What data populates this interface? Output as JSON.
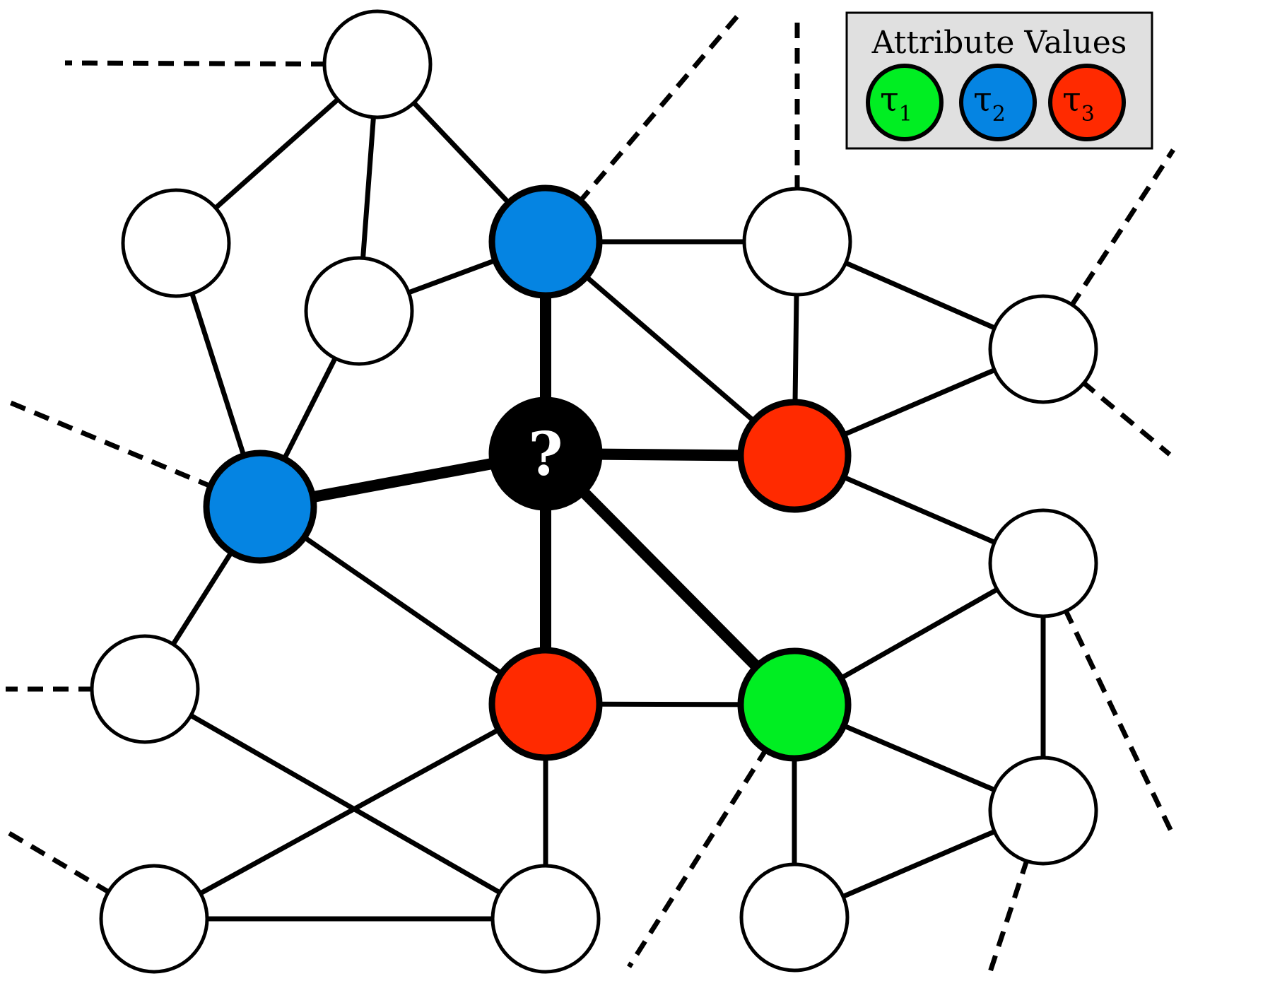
{
  "colors": {
    "green": "#00EE22",
    "blue": "#0584E2",
    "red": "#FF2A00",
    "query": "#000000",
    "unlabeled": "#FFFFFF",
    "legend_bg": "#E0E0E0"
  },
  "query_node_label": "?",
  "legend": {
    "title": "Attribute Values",
    "items": [
      {
        "symbol": "τ",
        "subscript": "1",
        "color": "green"
      },
      {
        "symbol": "τ",
        "subscript": "2",
        "color": "blue"
      },
      {
        "symbol": "τ",
        "subscript": "3",
        "color": "red"
      }
    ]
  },
  "nodes": [
    {
      "id": "n0",
      "color": "unlabeled"
    },
    {
      "id": "n1",
      "color": "unlabeled"
    },
    {
      "id": "n2",
      "color": "unlabeled"
    },
    {
      "id": "n3",
      "color": "blue"
    },
    {
      "id": "n4",
      "color": "unlabeled"
    },
    {
      "id": "n5",
      "color": "unlabeled"
    },
    {
      "id": "n6",
      "color": "blue"
    },
    {
      "id": "q",
      "color": "query",
      "label": "?"
    },
    {
      "id": "n8",
      "color": "red"
    },
    {
      "id": "n9",
      "color": "unlabeled"
    },
    {
      "id": "n10",
      "color": "red"
    },
    {
      "id": "n11",
      "color": "green"
    },
    {
      "id": "n12",
      "color": "unlabeled"
    },
    {
      "id": "n13",
      "color": "unlabeled"
    },
    {
      "id": "n14",
      "color": "unlabeled"
    },
    {
      "id": "n15",
      "color": "unlabeled"
    },
    {
      "id": "n16",
      "color": "unlabeled"
    }
  ],
  "edges": [
    {
      "from": "n0",
      "to": "n1",
      "style": "normal"
    },
    {
      "from": "n0",
      "to": "n2",
      "style": "normal"
    },
    {
      "from": "n0",
      "to": "n3",
      "style": "normal"
    },
    {
      "from": "n1",
      "to": "n6",
      "style": "normal"
    },
    {
      "from": "n2",
      "to": "n3",
      "style": "normal"
    },
    {
      "from": "n2",
      "to": "n6",
      "style": "normal"
    },
    {
      "from": "n3",
      "to": "n4",
      "style": "normal"
    },
    {
      "from": "n3",
      "to": "n8",
      "style": "normal"
    },
    {
      "from": "n3",
      "to": "q",
      "style": "thick"
    },
    {
      "from": "n4",
      "to": "n5",
      "style": "normal"
    },
    {
      "from": "n4",
      "to": "n8",
      "style": "normal"
    },
    {
      "from": "n5",
      "to": "n8",
      "style": "normal"
    },
    {
      "from": "n6",
      "to": "q",
      "style": "thick"
    },
    {
      "from": "n6",
      "to": "n10",
      "style": "normal"
    },
    {
      "from": "n6",
      "to": "n9",
      "style": "normal"
    },
    {
      "from": "q",
      "to": "n8",
      "style": "thick"
    },
    {
      "from": "q",
      "to": "n10",
      "style": "thick"
    },
    {
      "from": "q",
      "to": "n11",
      "style": "thick"
    },
    {
      "from": "n8",
      "to": "n12",
      "style": "normal"
    },
    {
      "from": "n9",
      "to": "n14",
      "style": "normal"
    },
    {
      "from": "n10",
      "to": "n11",
      "style": "normal"
    },
    {
      "from": "n10",
      "to": "n13",
      "style": "normal"
    },
    {
      "from": "n10",
      "to": "n14",
      "style": "normal"
    },
    {
      "from": "n11",
      "to": "n12",
      "style": "normal"
    },
    {
      "from": "n11",
      "to": "n15",
      "style": "normal"
    },
    {
      "from": "n11",
      "to": "n16",
      "style": "normal"
    },
    {
      "from": "n12",
      "to": "n16",
      "style": "normal"
    },
    {
      "from": "n13",
      "to": "n14",
      "style": "normal"
    },
    {
      "from": "n15",
      "to": "n16",
      "style": "normal"
    }
  ],
  "dangling_edges": [
    {
      "from": "n0"
    },
    {
      "from": "n3"
    },
    {
      "from": "n4"
    },
    {
      "from": "n5"
    },
    {
      "from": "n5",
      "second": true
    },
    {
      "from": "n6"
    },
    {
      "from": "n9"
    },
    {
      "from": "n13"
    },
    {
      "from": "n11"
    },
    {
      "from": "n12"
    },
    {
      "from": "n16"
    }
  ]
}
